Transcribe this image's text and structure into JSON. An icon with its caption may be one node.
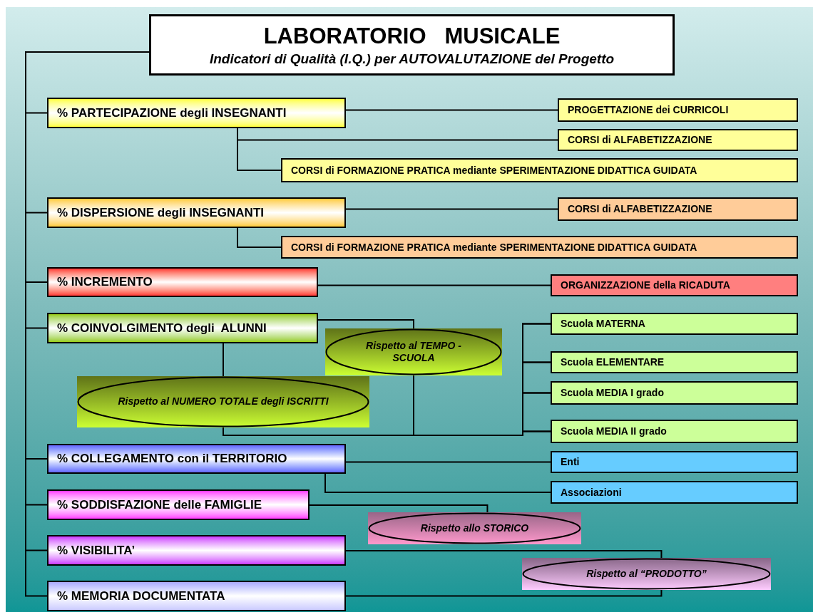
{
  "diagram": {
    "nodes": [
      {
        "text": [
          "LABORATORIO   MUSICALE",
          "Indicatori di Qualità (I.Q.) per AUTOVALUTAZIONE del Progetto"
        ]
      },
      {
        "text": [
          "% PARTECIPAZIONE degli INSEGNANTI"
        ]
      },
      {
        "text": [
          "PROGETTAZIONE dei CURRICOLI"
        ]
      },
      {
        "text": [
          "CORSI di ALFABETIZZAZIONE"
        ]
      },
      {
        "text": [
          "CORSI di FORMAZIONE PRATICA mediante SPERIMENTAZIONE DIDATTICA GUIDATA"
        ]
      },
      {
        "text": [
          "% DISPERSIONE degli INSEGNANTI"
        ]
      },
      {
        "text": [
          "CORSI di ALFABETIZZAZIONE"
        ]
      },
      {
        "text": [
          "CORSI di FORMAZIONE PRATICA mediante SPERIMENTAZIONE DIDATTICA GUIDATA"
        ]
      },
      {
        "text": [
          "% INCREMENTO"
        ]
      },
      {
        "text": [
          "ORGANIZZAZIONE della RICADUTA"
        ]
      },
      {
        "text": [
          "% COINVOLGIMENTO degli  ALUNNI"
        ]
      },
      {
        "text": [
          "Rispetto al TEMPO - SCUOLA"
        ]
      },
      {
        "text": [
          "Rispetto al NUMERO TOTALE degli ISCRITTI"
        ]
      },
      {
        "text": [
          "Scuola MATERNA"
        ]
      },
      {
        "text": [
          "Scuola ELEMENTARE"
        ]
      },
      {
        "text": [
          "Scuola MEDIA I grado"
        ]
      },
      {
        "text": [
          "Scuola MEDIA II grado"
        ]
      },
      {
        "text": [
          "% COLLEGAMENTO con il TERRITORIO"
        ]
      },
      {
        "text": [
          "Enti"
        ]
      },
      {
        "text": [
          "Associazioni"
        ]
      },
      {
        "text": [
          "% SODDISFAZIONE delle FAMIGLIE"
        ]
      },
      {
        "text": [
          "Rispetto allo STORICO"
        ]
      },
      {
        "text": [
          "% VISIBILITA’"
        ]
      },
      {
        "text": [
          "Rispetto al “PRODOTTO”"
        ]
      },
      {
        "text": [
          "% MEMORIA DOCUMENTATA"
        ]
      }
    ],
    "edges": [
      {
        "from": 0,
        "to": 1,
        "arrow": "none"
      },
      {
        "from": 0,
        "to": 5,
        "arrow": "none"
      },
      {
        "from": 0,
        "to": 8,
        "arrow": "none"
      },
      {
        "from": 0,
        "to": 10,
        "arrow": "none"
      },
      {
        "from": 0,
        "to": 17,
        "arrow": "none"
      },
      {
        "from": 0,
        "to": 20,
        "arrow": "none"
      },
      {
        "from": 0,
        "to": 22,
        "arrow": "none"
      },
      {
        "from": 0,
        "to": 24,
        "arrow": "none"
      },
      {
        "from": 1,
        "to": 2,
        "arrow": "none"
      },
      {
        "from": 1,
        "to": 3,
        "arrow": "none"
      },
      {
        "from": 1,
        "to": 4,
        "arrow": "none"
      },
      {
        "from": 5,
        "to": 6,
        "arrow": "none"
      },
      {
        "from": 5,
        "to": 7,
        "arrow": "none"
      },
      {
        "from": 8,
        "to": 9,
        "arrow": "none"
      },
      {
        "from": 10,
        "to": 11,
        "arrow": "none"
      },
      {
        "from": 10,
        "to": 12,
        "arrow": "none"
      },
      {
        "from": 11,
        "to": 13,
        "arrow": "none"
      },
      {
        "from": 11,
        "to": 14,
        "arrow": "none"
      },
      {
        "from": 11,
        "to": 15,
        "arrow": "none"
      },
      {
        "from": 11,
        "to": 16,
        "arrow": "none"
      },
      {
        "from": 12,
        "to": 13,
        "arrow": "none"
      },
      {
        "from": 12,
        "to": 14,
        "arrow": "none"
      },
      {
        "from": 12,
        "to": 15,
        "arrow": "none"
      },
      {
        "from": 12,
        "to": 16,
        "arrow": "none"
      },
      {
        "from": 17,
        "to": 18,
        "arrow": "none"
      },
      {
        "from": 17,
        "to": 19,
        "arrow": "none"
      },
      {
        "from": 20,
        "to": 21,
        "arrow": "none"
      },
      {
        "from": 22,
        "to": 23,
        "arrow": "none"
      },
      {
        "from": 24,
        "to": 23,
        "arrow": "none"
      }
    ]
  }
}
